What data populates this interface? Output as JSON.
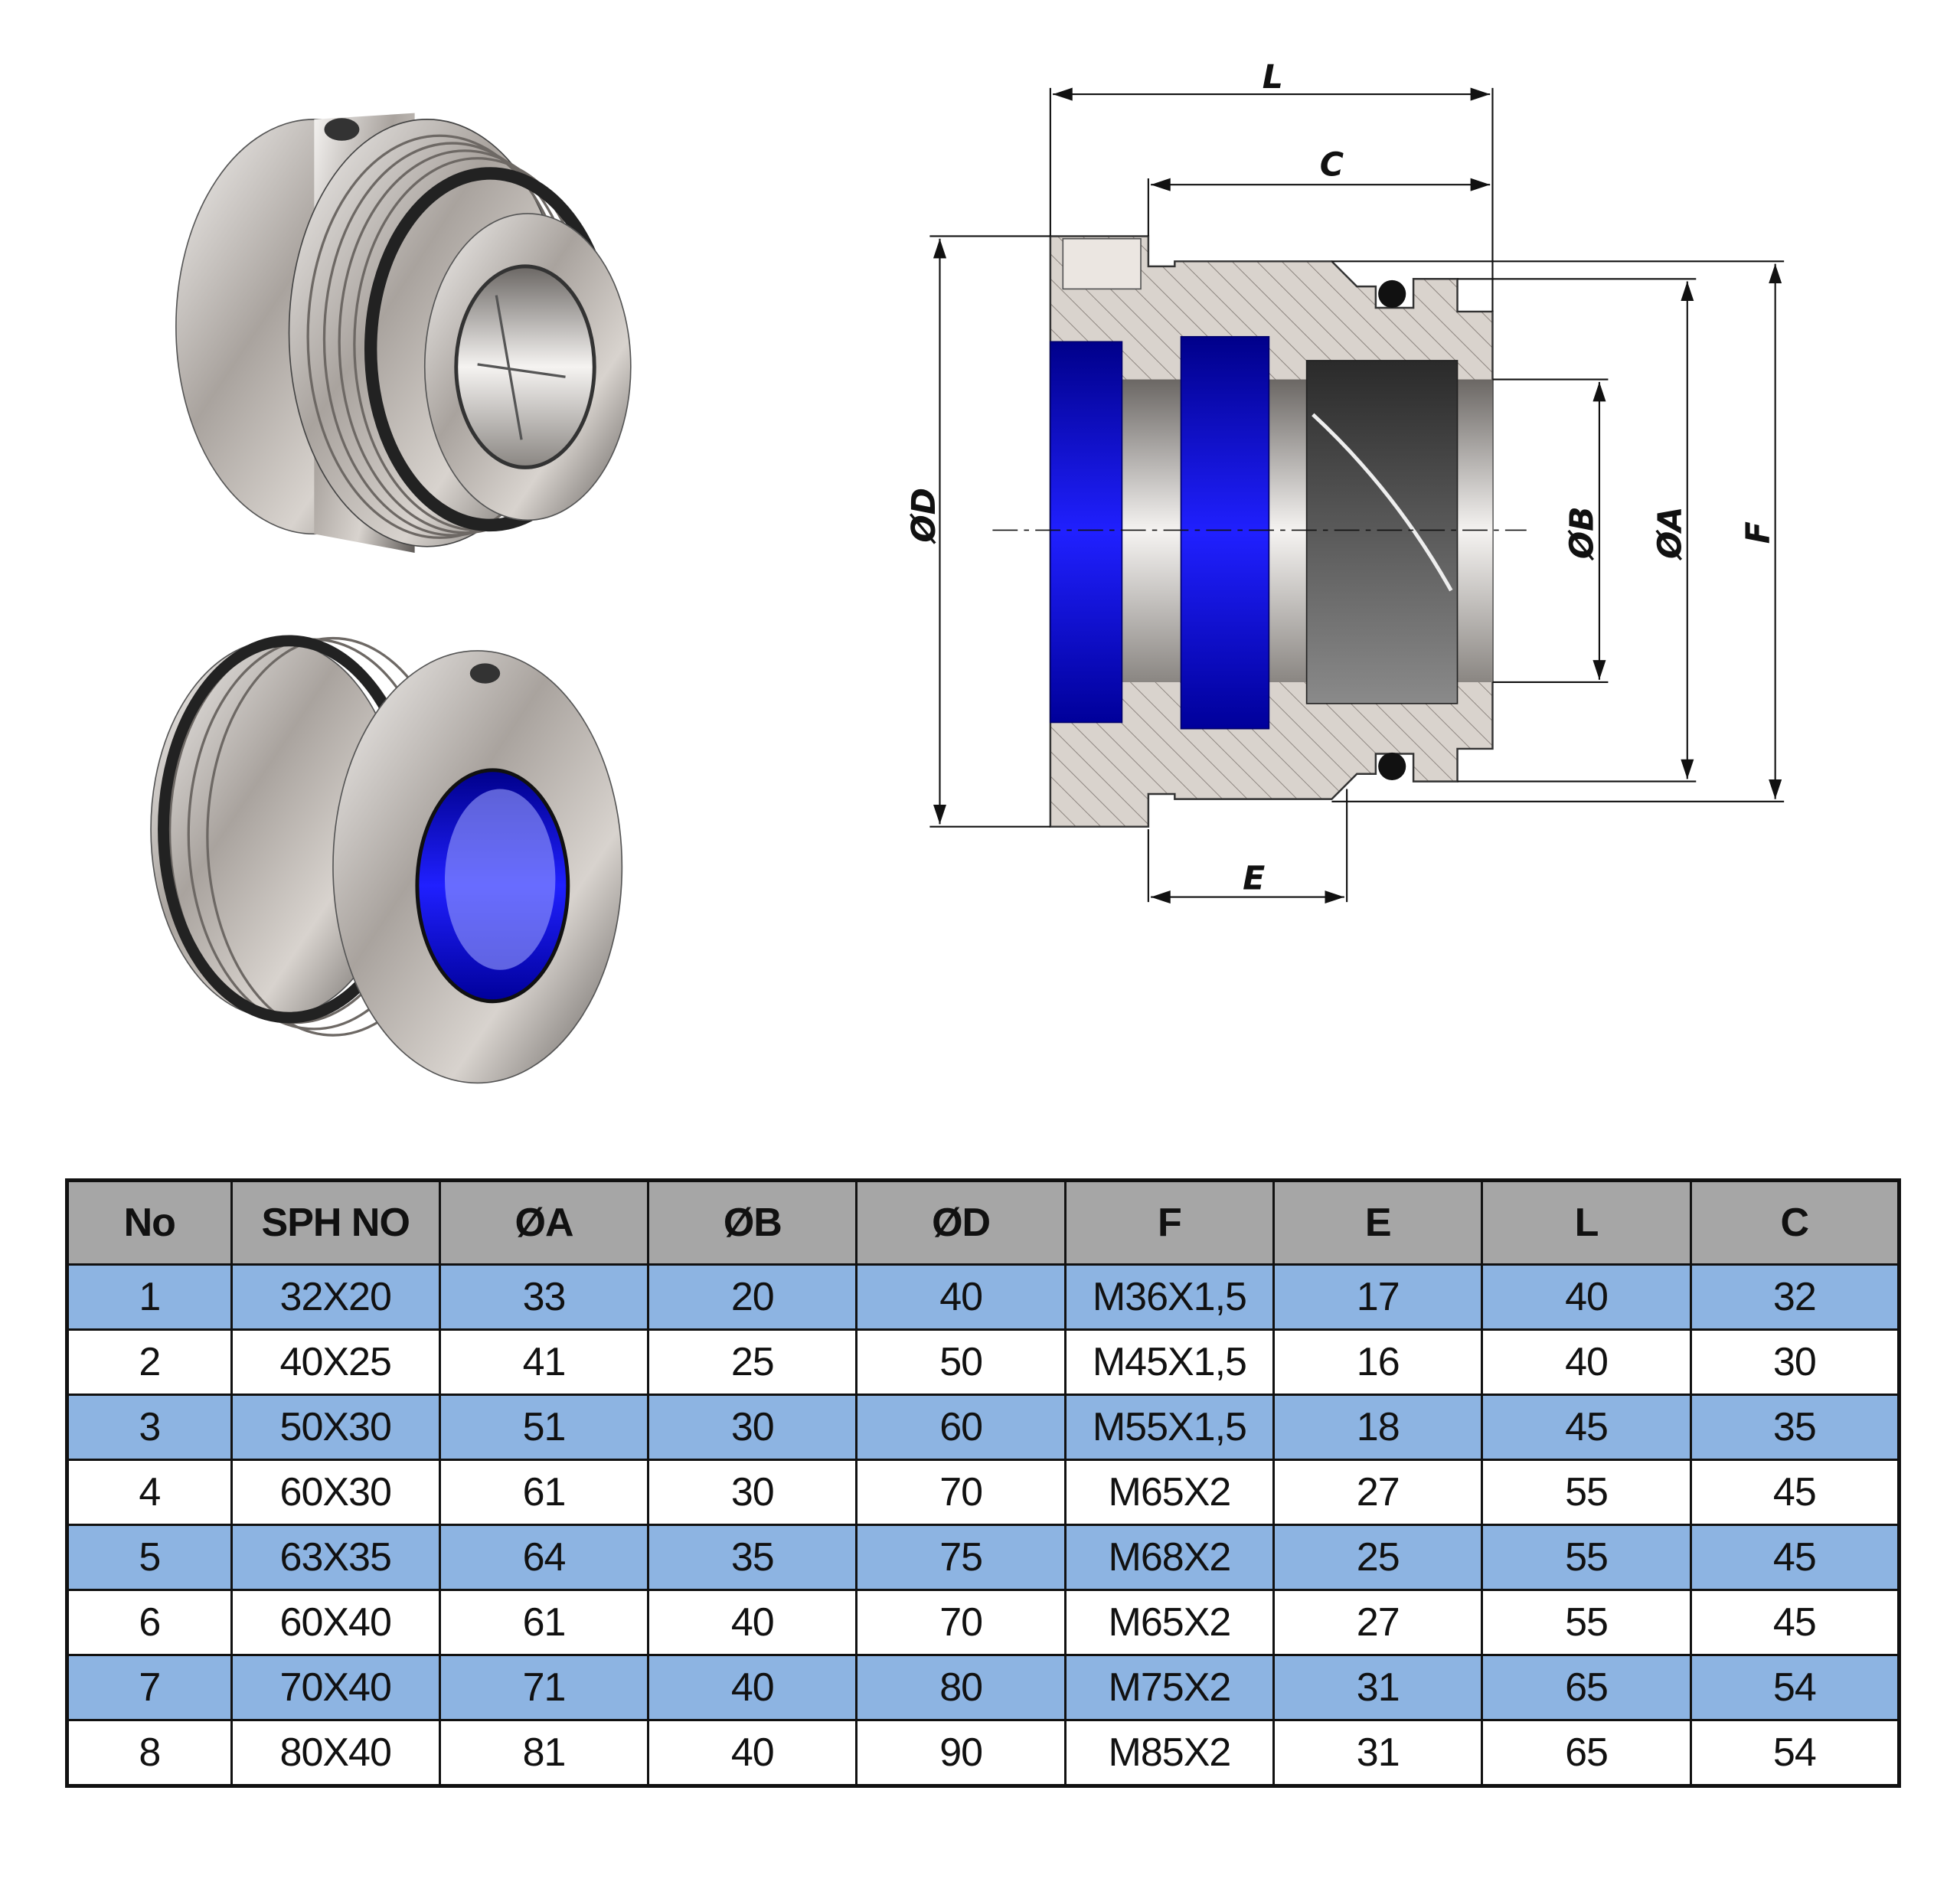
{
  "diagram": {
    "dimensions": {
      "L": "L",
      "C": "C",
      "D": "ØD",
      "B": "ØB",
      "A": "ØA",
      "F": "F",
      "E": "E"
    },
    "colors": {
      "steel": "#d9d3cd",
      "seal": "#1a1aff",
      "insert": "#555555",
      "oring": "#111111"
    }
  },
  "table": {
    "headers": [
      "No",
      "SPH NO",
      "ØA",
      "ØB",
      "ØD",
      "F",
      "E",
      "L",
      "C"
    ],
    "rows": [
      [
        "1",
        "32X20",
        "33",
        "20",
        "40",
        "M36X1,5",
        "17",
        "40",
        "32"
      ],
      [
        "2",
        "40X25",
        "41",
        "25",
        "50",
        "M45X1,5",
        "16",
        "40",
        "30"
      ],
      [
        "3",
        "50X30",
        "51",
        "30",
        "60",
        "M55X1,5",
        "18",
        "45",
        "35"
      ],
      [
        "4",
        "60X30",
        "61",
        "30",
        "70",
        "M65X2",
        "27",
        "55",
        "45"
      ],
      [
        "5",
        "63X35",
        "64",
        "35",
        "75",
        "M68X2",
        "25",
        "55",
        "45"
      ],
      [
        "6",
        "60X40",
        "61",
        "40",
        "70",
        "M65X2",
        "27",
        "55",
        "45"
      ],
      [
        "7",
        "70X40",
        "71",
        "40",
        "80",
        "M75X2",
        "31",
        "65",
        "54"
      ],
      [
        "8",
        "80X40",
        "81",
        "40",
        "90",
        "M85X2",
        "31",
        "65",
        "54"
      ]
    ]
  }
}
